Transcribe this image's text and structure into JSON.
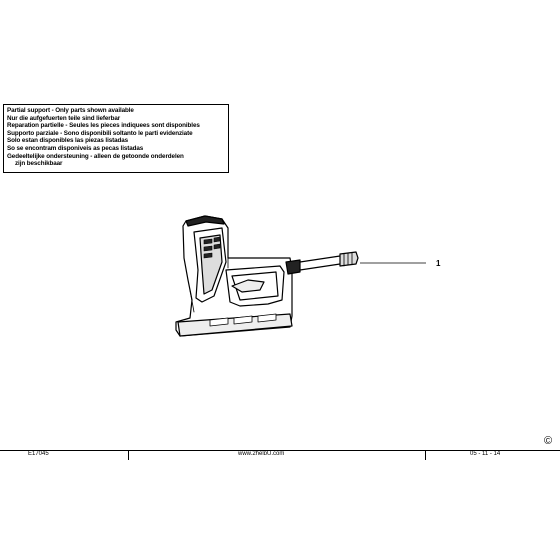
{
  "notice": {
    "lines": [
      "Partial support - Only parts shown available",
      "Nur die aufgefuerten teile sind lieferbar",
      "Reparation partielle - Seules les pieces indiquees sont disponibles",
      "Supporto parziale - Sono disponibili soltanto le parti evidenziate",
      "Solo estan disponibles las piezas listadas",
      "So se encontram disponiveis as pecas listadas",
      "Gedeeltelijke ondersteuning - alleen de getoonde onderdelen",
      "zijn beschikbaar"
    ]
  },
  "callout": {
    "part_number": "1"
  },
  "copyright_symbol": "©",
  "footer": {
    "left": "E17045",
    "center": "www.2helpU.com",
    "right": "05 - 11 - 14"
  },
  "icons": {
    "tool": "electric-stapler-drawing"
  }
}
